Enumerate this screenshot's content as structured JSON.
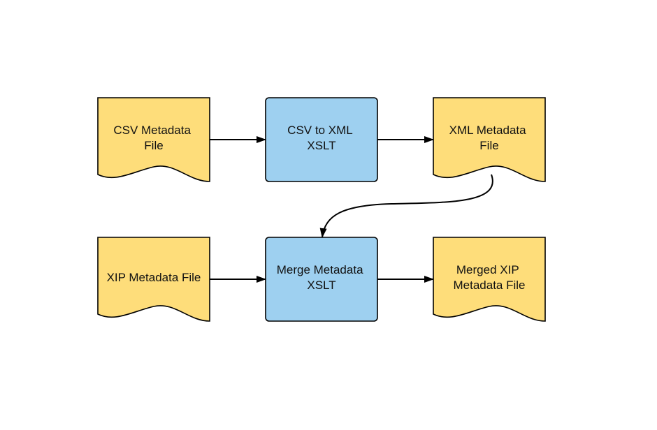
{
  "colors": {
    "document_fill": "#FEDD7A",
    "process_fill": "#9ED0F0",
    "stroke": "#000000",
    "text": "#111111"
  },
  "nodes": [
    {
      "id": "csv-metadata-file",
      "kind": "document",
      "lines": [
        "CSV Metadata",
        "File"
      ]
    },
    {
      "id": "csv-to-xml-xslt",
      "kind": "process",
      "lines": [
        "CSV to XML",
        "XSLT"
      ]
    },
    {
      "id": "xml-metadata-file",
      "kind": "document",
      "lines": [
        "XML Metadata",
        "File"
      ]
    },
    {
      "id": "xip-metadata-file",
      "kind": "document",
      "lines": [
        "XIP Metadata File"
      ]
    },
    {
      "id": "merge-metadata-xslt",
      "kind": "process",
      "lines": [
        "Merge Metadata",
        "XSLT"
      ]
    },
    {
      "id": "merged-xip-metadata-file",
      "kind": "document",
      "lines": [
        "Merged XIP",
        "Metadata File"
      ]
    }
  ],
  "edges": [
    {
      "from": "csv-metadata-file",
      "to": "csv-to-xml-xslt"
    },
    {
      "from": "csv-to-xml-xslt",
      "to": "xml-metadata-file"
    },
    {
      "from": "xml-metadata-file",
      "to": "merge-metadata-xslt"
    },
    {
      "from": "xip-metadata-file",
      "to": "merge-metadata-xslt"
    },
    {
      "from": "merge-metadata-xslt",
      "to": "merged-xip-metadata-file"
    }
  ]
}
